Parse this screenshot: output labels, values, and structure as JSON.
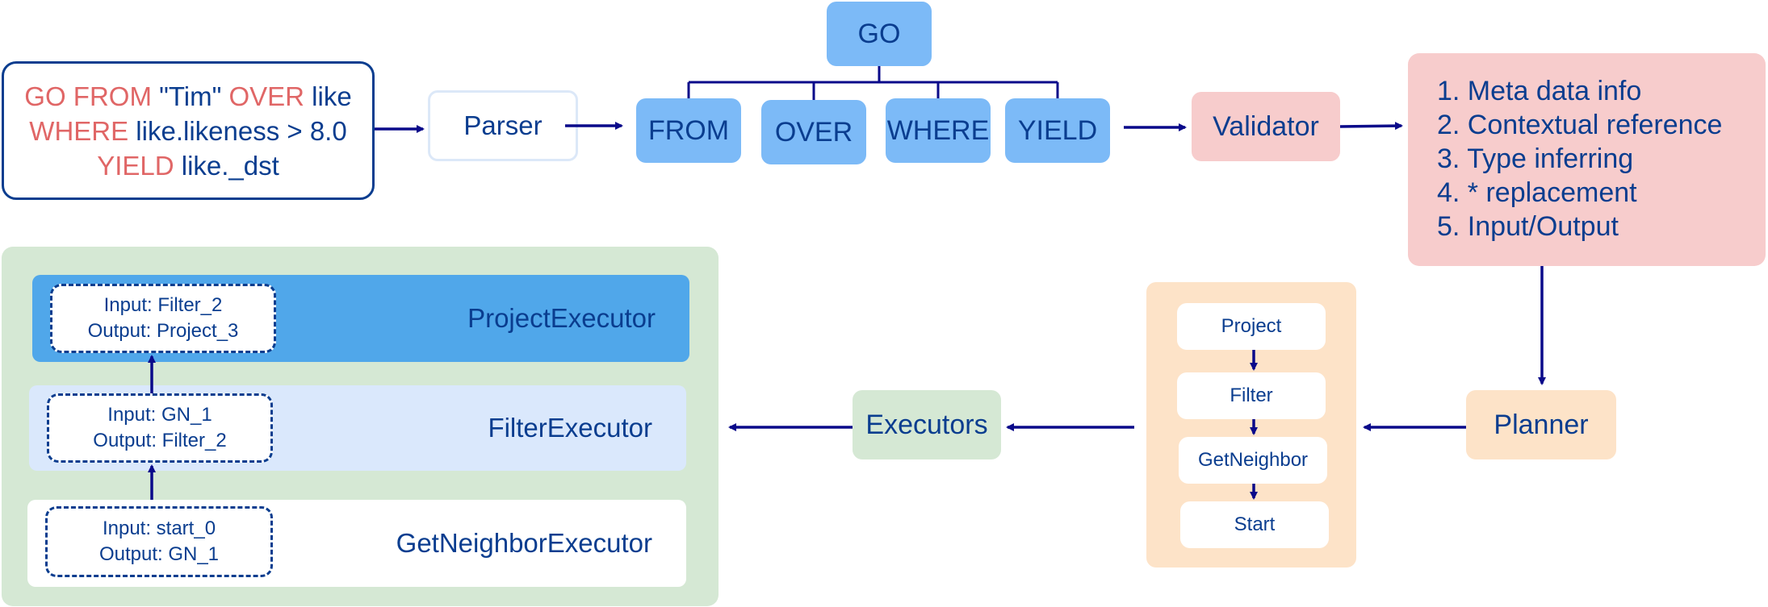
{
  "query": {
    "line1": [
      {
        "t": "GO FROM",
        "c": "kw"
      },
      {
        "t": " \"Tim\" ",
        "c": ""
      },
      {
        "t": "OVER",
        "c": "kw"
      },
      {
        "t": " like",
        "c": ""
      }
    ],
    "line2": [
      {
        "t": "WHERE",
        "c": "kw"
      },
      {
        "t": " like.likeness > 8.0",
        "c": ""
      }
    ],
    "line3": [
      {
        "t": "YIELD",
        "c": "kw"
      },
      {
        "t": " like._dst",
        "c": ""
      }
    ]
  },
  "parser": "Parser",
  "ast": {
    "root": "GO",
    "children": [
      "FROM",
      "OVER",
      "WHERE",
      "YIELD"
    ]
  },
  "validator": "Validator",
  "validation_steps": [
    "1. Meta data info",
    "2. Contextual reference",
    "3. Type inferring",
    "4. * replacement",
    "5. Input/Output"
  ],
  "planner": "Planner",
  "plan_nodes": [
    "Project",
    "Filter",
    "GetNeighbor",
    "Start"
  ],
  "executors": "Executors",
  "executor_stack": [
    {
      "name": "ProjectExecutor",
      "input": "Input: Filter_2",
      "output": "Output: Project_3"
    },
    {
      "name": "FilterExecutor",
      "input": "Input: GN_1",
      "output": "Output: Filter_2"
    },
    {
      "name": "GetNeighborExecutor",
      "input": "Input: start_0",
      "output": "Output: GN_1"
    }
  ],
  "colors": {
    "text": "#0a3d8f",
    "keyword": "#e06666",
    "ast_blue": "#7cbaf7",
    "validator_pink": "#f7cccc",
    "planner_orange": "#fde3c8",
    "executor_green": "#d5e8d4"
  }
}
